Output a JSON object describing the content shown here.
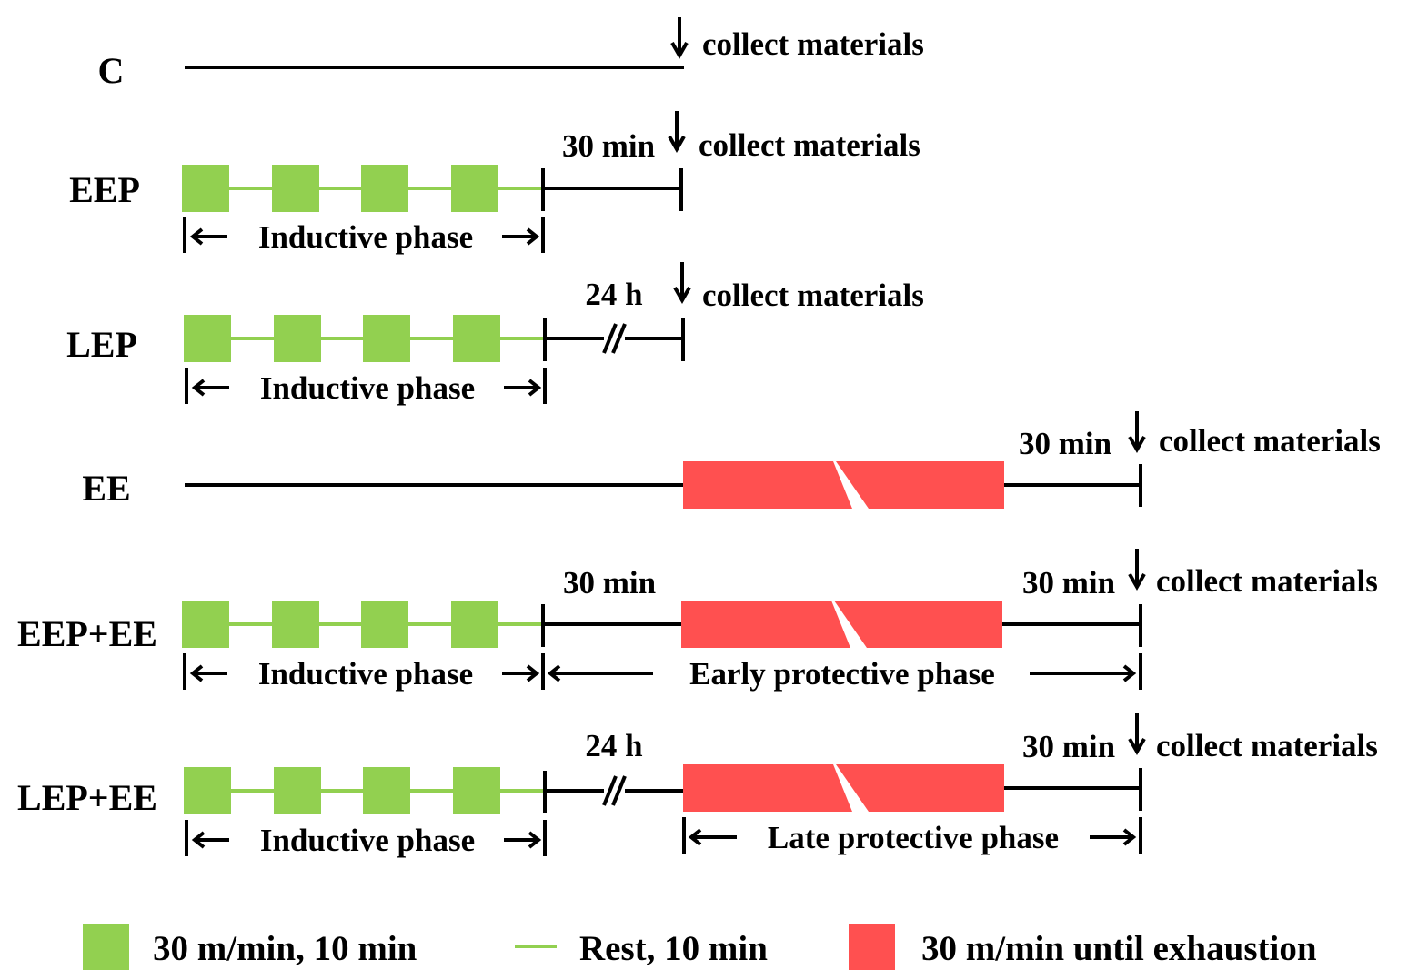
{
  "colors": {
    "exercise_green": "#92d050",
    "exhaustion_red": "#ff5050",
    "line_black": "#000000"
  },
  "groups": [
    {
      "label": "C",
      "collect": "collect materials"
    },
    {
      "label": "EEP",
      "interval": "30 min",
      "collect": "collect materials",
      "phase": "Inductive phase"
    },
    {
      "label": "LEP",
      "interval": "24 h",
      "collect": "collect materials",
      "phase": "Inductive phase"
    },
    {
      "label": "EE",
      "interval": "30 min",
      "collect": "collect materials"
    },
    {
      "label": "EEP+EE",
      "interval1": "30 min",
      "interval2": "30 min",
      "collect": "collect materials",
      "phase": "Inductive phase",
      "protective_phase": "Early protective phase"
    },
    {
      "label": "LEP+EE",
      "interval1": "24 h",
      "interval2": "30 min",
      "collect": "collect materials",
      "phase": "Inductive phase",
      "protective_phase": "Late protective phase"
    }
  ],
  "legend": [
    {
      "text": "30 m/min, 10 min",
      "icon": "green-square"
    },
    {
      "text": "Rest, 10 min",
      "icon": "green-line"
    },
    {
      "text": "30 m/min until exhaustion",
      "icon": "red-rectangle"
    }
  ]
}
